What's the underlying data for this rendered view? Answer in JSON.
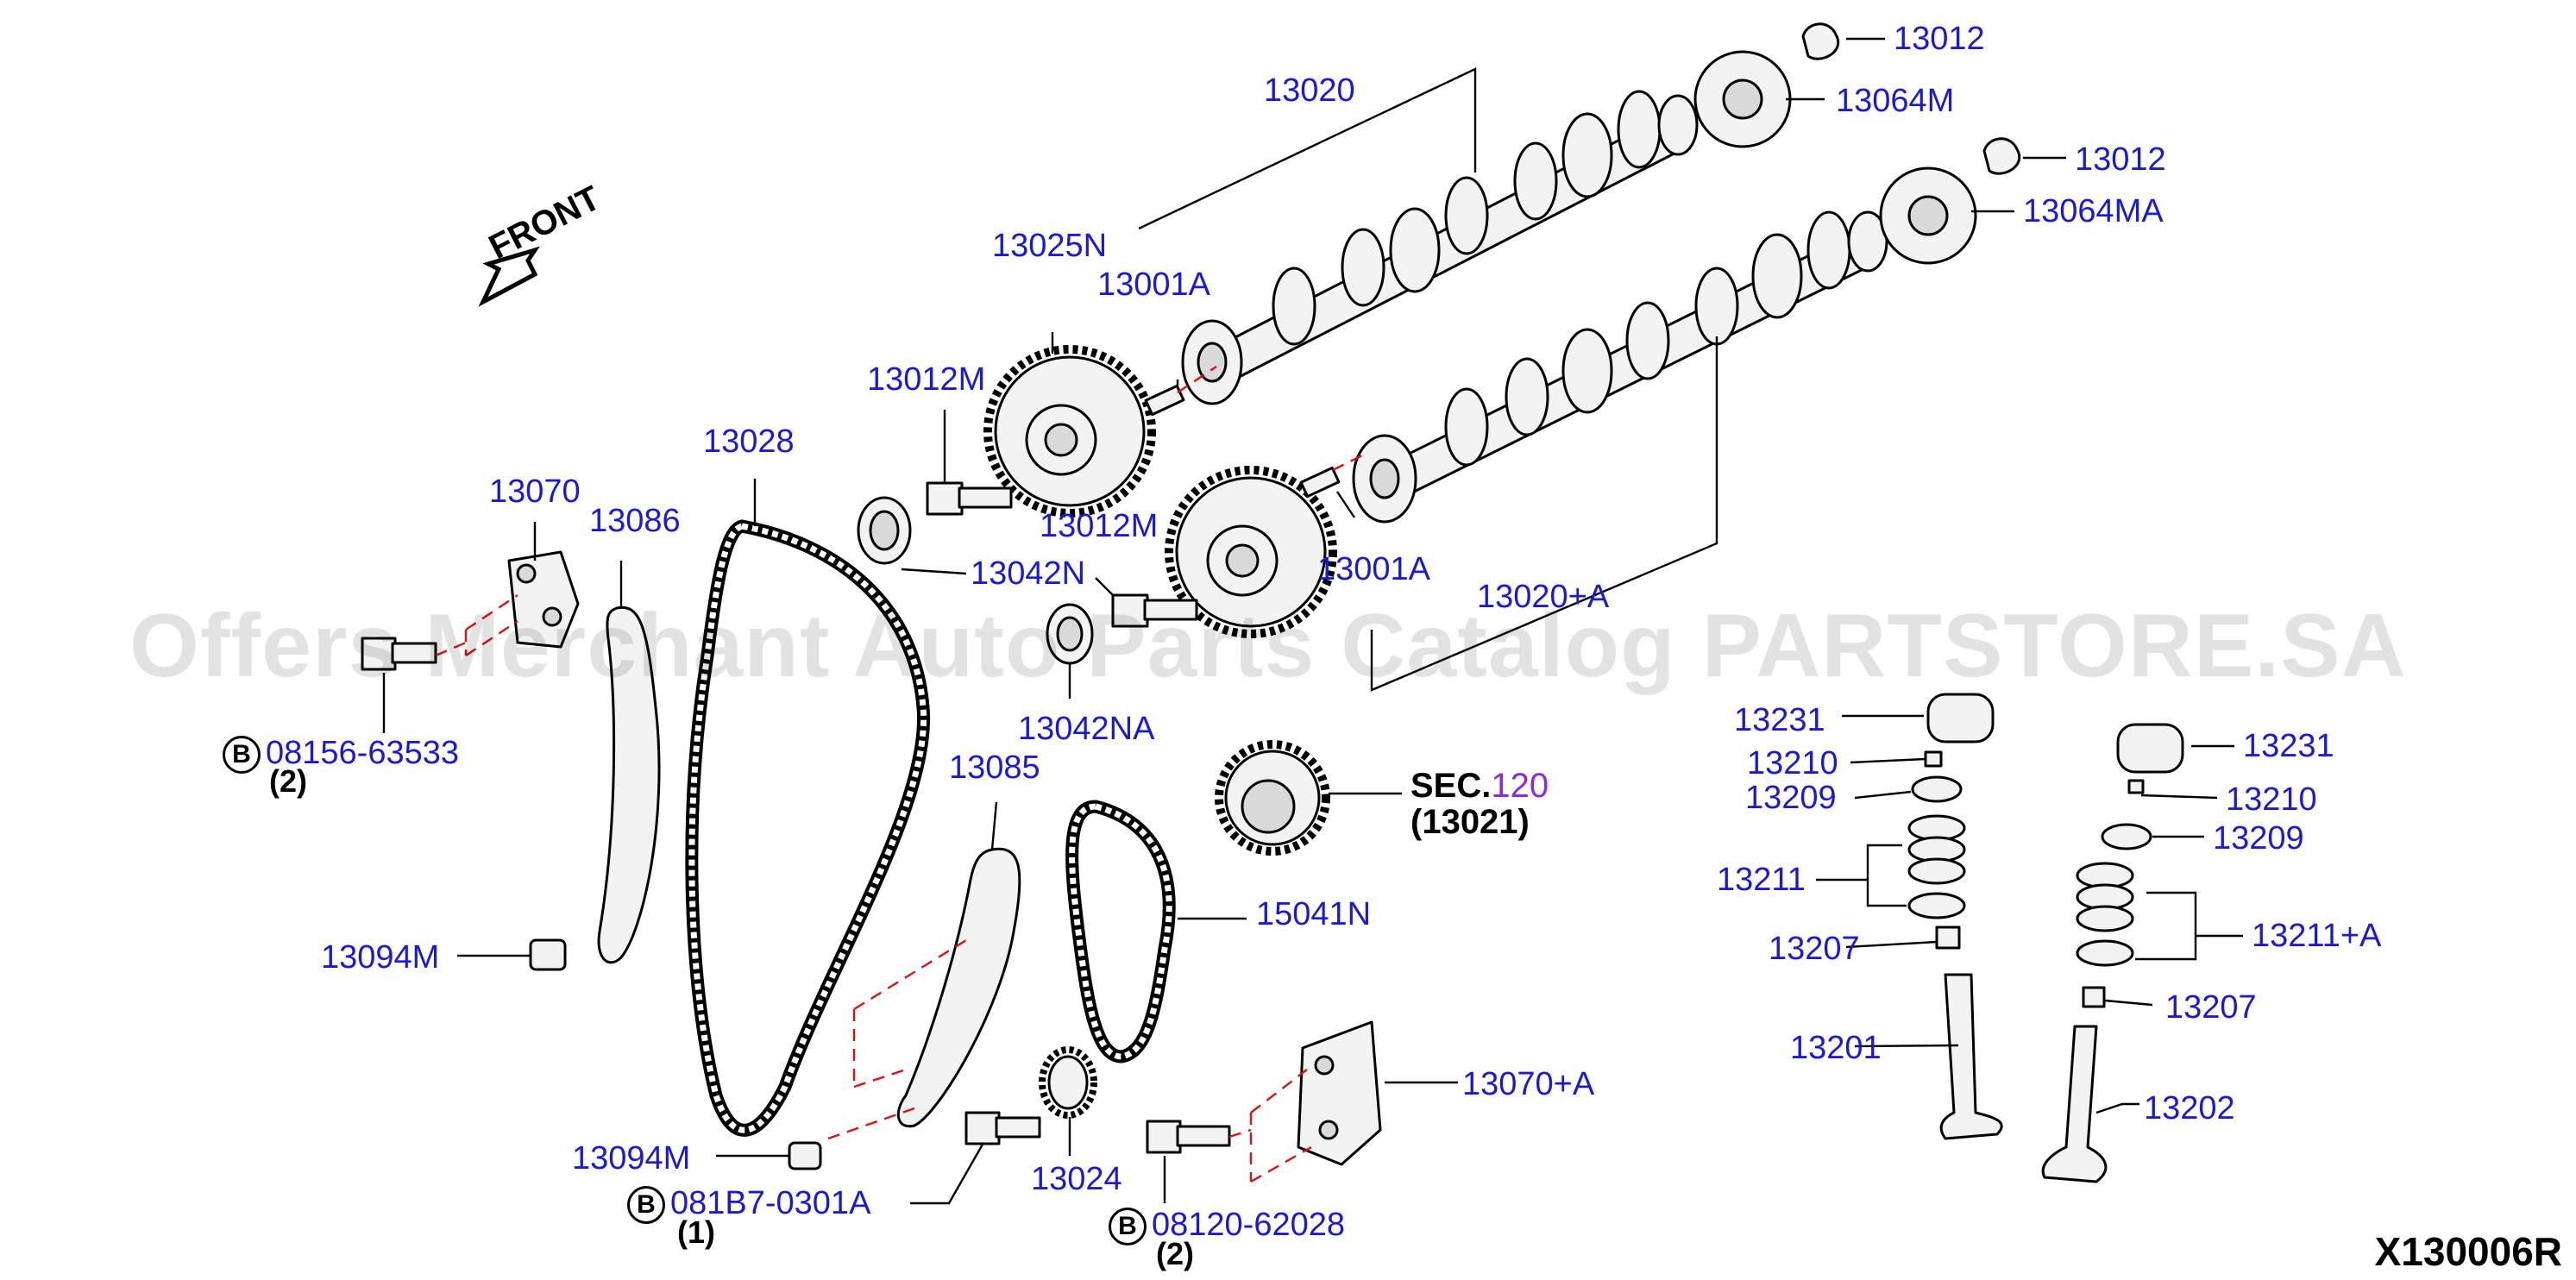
{
  "watermark": "Offers Merchant Auto Parts Catalog PARTSTORE.SA",
  "front_label": "FRONT",
  "diagram_code": "X130006R",
  "sec_ref": {
    "prefix": "SEC.",
    "number": "120",
    "sub": "(13021)"
  },
  "labels": {
    "p13012_top": "13012",
    "p13064M": "13064M",
    "p13012_mid": "13012",
    "p13064MA": "13064MA",
    "p13020": "13020",
    "p13025N": "13025N",
    "p13001A_upper": "13001A",
    "p13012M_upper": "13012M",
    "p13012M_lower": "13012M",
    "p13001A_lower": "13001A",
    "p13020A": "13020+A",
    "p13042N": "13042N",
    "p13042NA": "13042NA",
    "p13028": "13028",
    "p13070": "13070",
    "p13086": "13086",
    "p08156": "08156-63533",
    "p08156_qty": "(2)",
    "p13085": "13085",
    "p15041N": "15041N",
    "p13094M_upper": "13094M",
    "p13094M_lower": "13094M",
    "p081B7": "081B7-0301A",
    "p081B7_qty": "(1)",
    "p13024": "13024",
    "p08120": "08120-62028",
    "p08120_qty": "(2)",
    "p13070A": "13070+A",
    "p13231_left": "13231",
    "p13210_left": "13210",
    "p13209_left": "13209",
    "p13211": "13211",
    "p13207_left": "13207",
    "p13201": "13201",
    "p13231_right": "13231",
    "p13210_right": "13210",
    "p13209_right": "13209",
    "p13211A": "13211+A",
    "p13207_right": "13207",
    "p13202": "13202"
  },
  "bolt_marker": "B",
  "colors": {
    "label": "#1a1ad6",
    "sec_number": "#8a2be2",
    "guide_dash": "#e01010"
  }
}
